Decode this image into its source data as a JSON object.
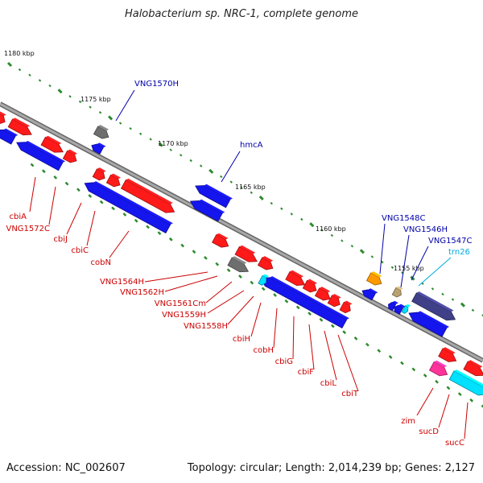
{
  "title": "Halobacterium sp. NRC-1, complete genome",
  "footer": {
    "accession": "Accession: NC_002607",
    "topology": "Topology: circular; Length: 2,014,239 bp; Genes: 2,127"
  },
  "scale_labels": [
    "1180 kbp",
    "1175 kbp",
    "1170 kbp",
    "1165 kbp",
    "1160 kbp",
    "1155 kbp"
  ],
  "colors": {
    "backbone": "#808080",
    "tick": "#2e8b2e",
    "forward_gene": "#ff1a1a",
    "reverse_gene": "#1515ee",
    "pseudo_gene": "#6e6e6e",
    "orange_gene": "#ff9900",
    "khaki_gene": "#b8a070",
    "slate_gene": "#404088",
    "cyan_gene": "#00e0ff",
    "pink_gene": "#ff3399",
    "label_red": "#cc0000",
    "label_blue": "#0000aa",
    "label_cyan": "#00aadd"
  },
  "gene_labels_red": [
    "cbiA",
    "VNG1572C",
    "cbiJ",
    "cbiC",
    "cobN",
    "VNG1564H",
    "VNG1562H",
    "VNG1561Cm",
    "VNG1559H",
    "VNG1558H",
    "cbiH",
    "cobH",
    "cbiG",
    "cbiF",
    "cbiL",
    "cbiT",
    "zim",
    "sucD",
    "sucC"
  ],
  "gene_labels_blue": [
    "VNG1570H",
    "hmcA",
    "VNG1548C",
    "VNG1546H",
    "VNG1547C"
  ],
  "gene_labels_cyan": [
    "trn26"
  ]
}
